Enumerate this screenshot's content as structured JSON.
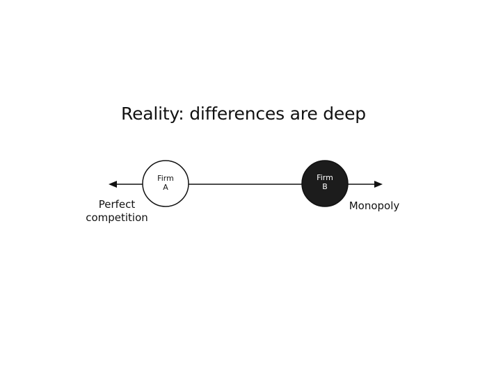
{
  "title": "Reality: differences are deep",
  "spectrum": {
    "left_end": [
      "Perfect",
      "competition"
    ],
    "right_end": "Monopoly"
  },
  "firms": {
    "a": {
      "name": "Firm",
      "letter": "A",
      "fill": "#ffffff"
    },
    "b": {
      "name": "Firm",
      "letter": "B",
      "fill": "#1c1c1c"
    }
  },
  "colors": {
    "line": "#111111",
    "text": "#111111"
  }
}
